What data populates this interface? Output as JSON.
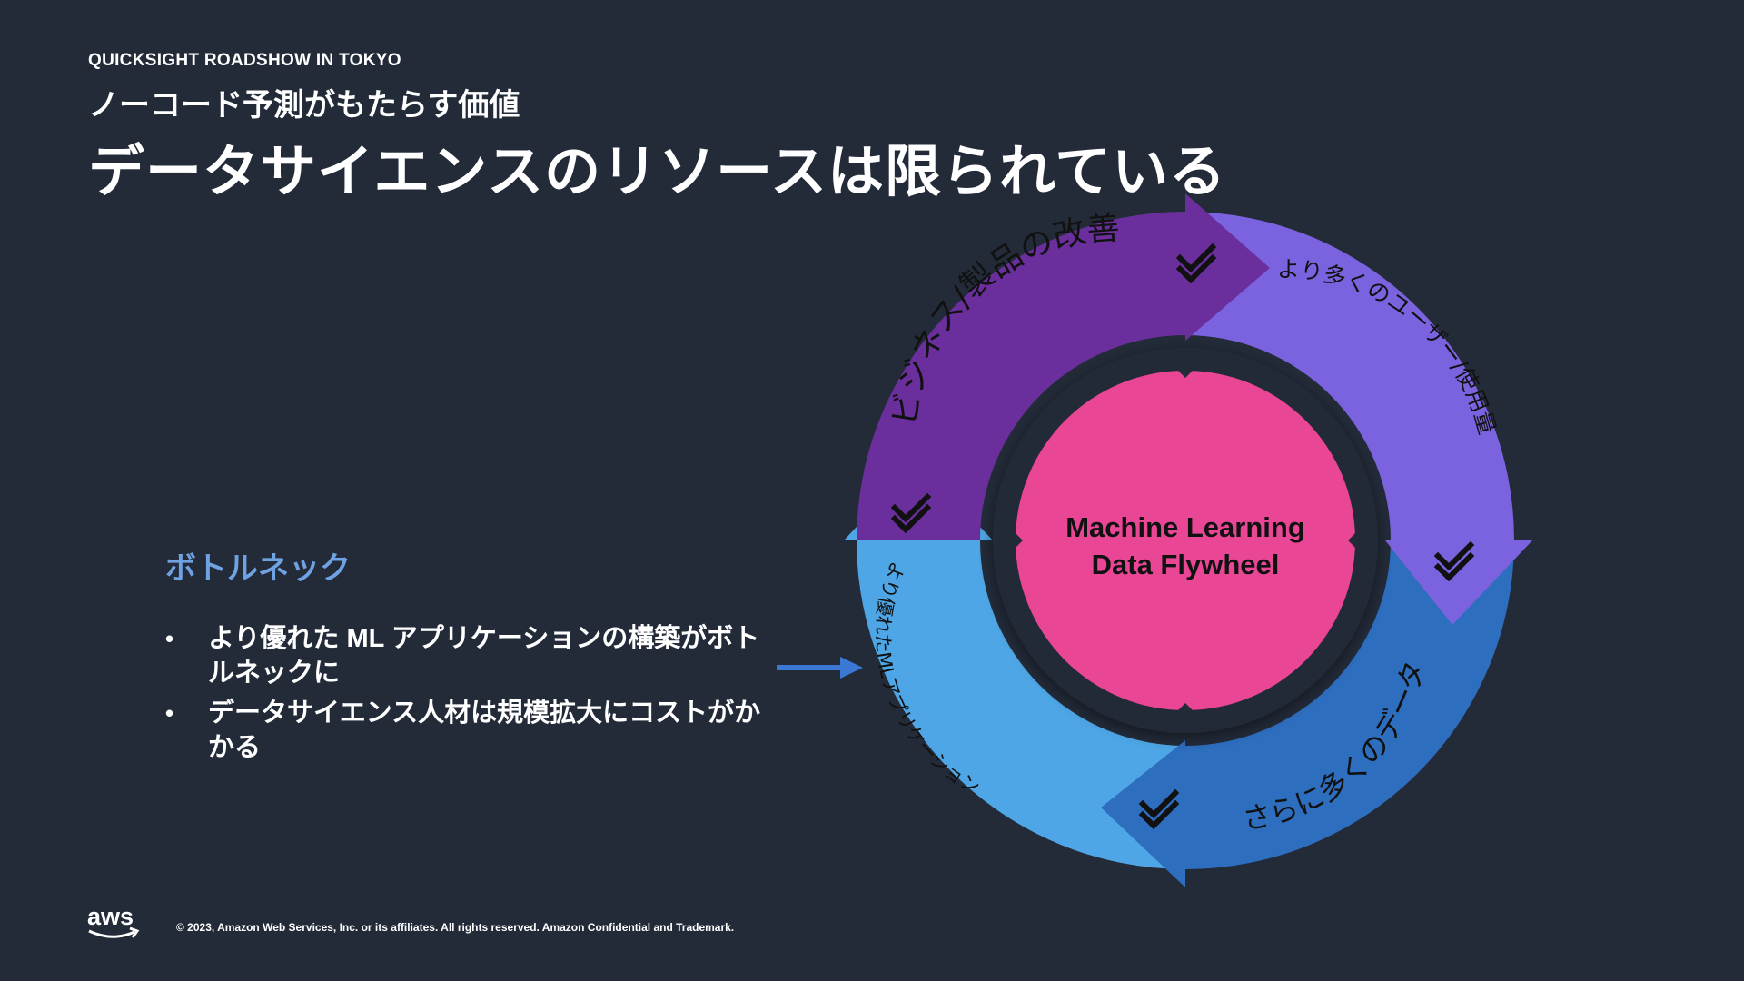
{
  "header": {
    "event": "QUICKSIGHT ROADSHOW IN TOKYO",
    "subtitle": "ノーコード予測がもたらす価値",
    "title": "データサイエンスのリソースは限られている"
  },
  "bottleneck": {
    "heading": "ボトルネック",
    "bullets": [
      "より優れた ML アプリケーションの構築がボトルネックに",
      "データサイエンス人材は規模拡大にコストがかかる"
    ]
  },
  "flywheel": {
    "center_line1": "Machine Learning",
    "center_line2": "Data Flywheel",
    "segments": [
      {
        "label": "ビジネス/製品の改善",
        "color": "#6a2f9c"
      },
      {
        "label": "より多くのユーザー/使用量",
        "color": "#7b63df"
      },
      {
        "label": "さらに多くのデータ",
        "color": "#2e6ebf"
      },
      {
        "label": "より優れたMLアプリケーション",
        "color": "#4ea6e6"
      }
    ],
    "hub_color": "#ea4696",
    "check_icon": "double-check-icon"
  },
  "footer": {
    "logo": "aws",
    "copyright": "© 2023, Amazon Web Services, Inc. or its affiliates. All rights reserved. Amazon Confidential and Trademark."
  }
}
